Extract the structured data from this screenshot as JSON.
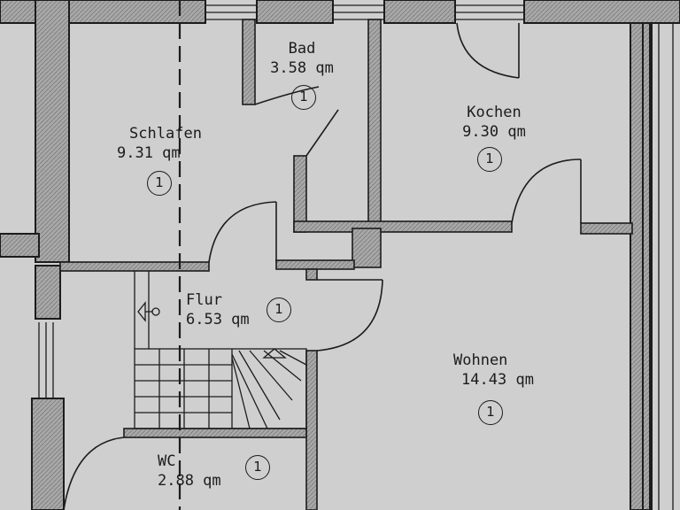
{
  "plan": {
    "rooms": [
      {
        "key": "bad",
        "name": "Bad",
        "area": "3.58 qm",
        "badge": "1"
      },
      {
        "key": "schlafen",
        "name": "Schlafen",
        "area": "9.31 qm",
        "badge": "1"
      },
      {
        "key": "kochen",
        "name": "Kochen",
        "area": "9.30 qm",
        "badge": "1"
      },
      {
        "key": "flur",
        "name": "Flur",
        "area": "6.53 qm",
        "badge": "1"
      },
      {
        "key": "wohnen",
        "name": "Wohnen",
        "area": "14.43 qm",
        "badge": "1"
      },
      {
        "key": "wc",
        "name": "WC",
        "area": "2.88 qm",
        "badge": "1"
      }
    ],
    "colors": {
      "paper": "#cfcfcf",
      "wall_fill": "#9a9a9a",
      "ink": "#1c1c1c"
    }
  }
}
